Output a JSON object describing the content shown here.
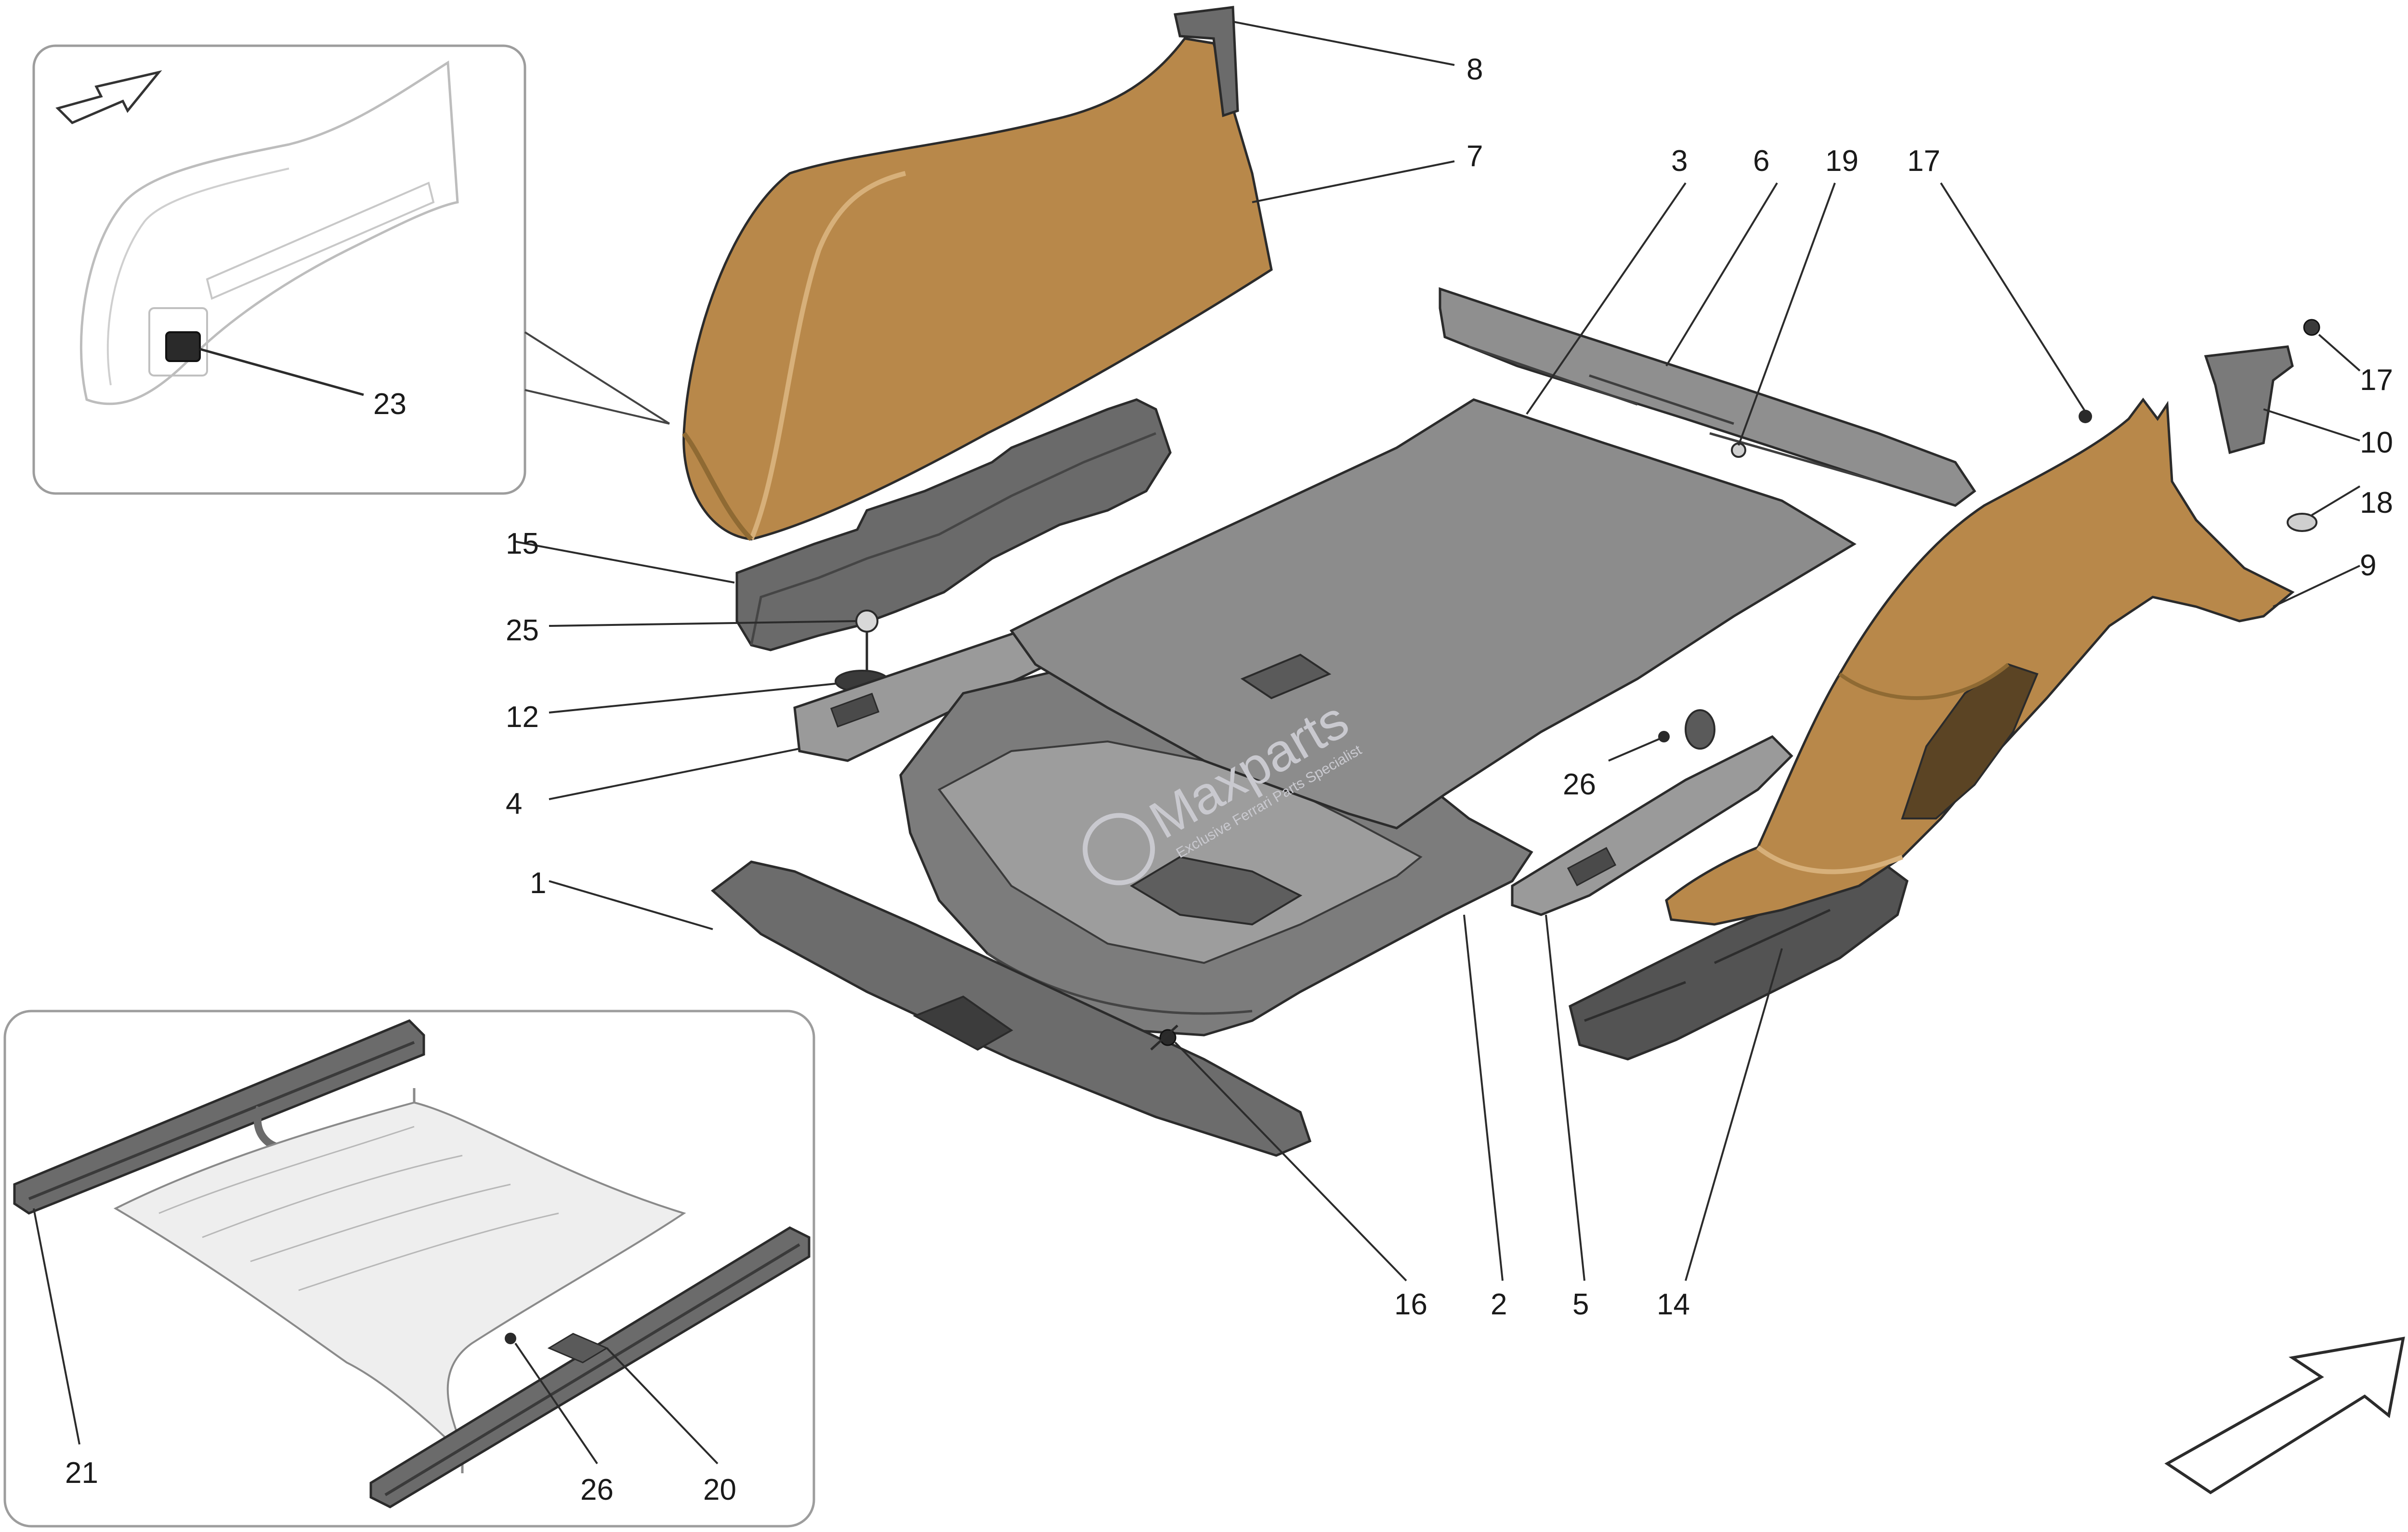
{
  "watermark": {
    "brand": "Maxparts",
    "tagline": "Exclusive Ferrari Parts Specialist"
  },
  "colors": {
    "tan": "#b8884a",
    "tan_dark": "#8f6a33",
    "tan_light": "#d7b07a",
    "grey": "#9a9a9a",
    "grey_dark": "#5e5e5e",
    "grey_light": "#c4c4c4",
    "line": "#2b2b2b",
    "inset_border": "#9d9d9d"
  },
  "callouts": {
    "c1": "1",
    "c2": "2",
    "c3": "3",
    "c4": "4",
    "c5": "5",
    "c6": "6",
    "c7": "7",
    "c8": "8",
    "c9": "9",
    "c10": "10",
    "c12": "12",
    "c14": "14",
    "c15": "15",
    "c16": "16",
    "c17a": "17",
    "c17b": "17",
    "c18": "18",
    "c19": "19",
    "c20": "20",
    "c21": "21",
    "c23": "23",
    "c25": "25",
    "c26a": "26",
    "c26b": "26"
  }
}
